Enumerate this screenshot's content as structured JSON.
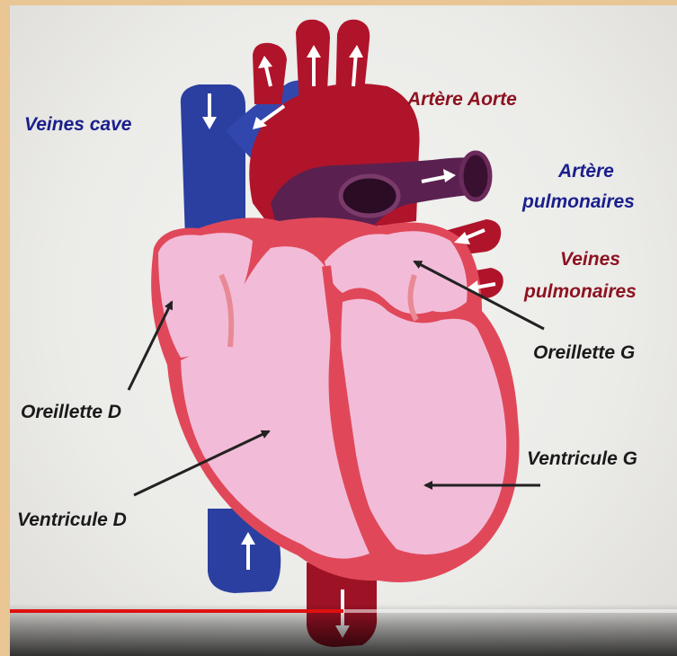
{
  "labels": {
    "veines_cave": "Veines cave",
    "artere_aorte": "Artère Aorte",
    "artere_pulmonaires_line1": "Artère",
    "artere_pulmonaires_line2": "pulmonaires",
    "veines_pulmonaires_line1": "Veines",
    "veines_pulmonaires_line2": "pulmonaires",
    "oreillette_g": "Oreillette G",
    "oreillette_d": "Oreillette D",
    "ventricule_g": "Ventricule G",
    "ventricule_d": "Ventricule D"
  },
  "video": {
    "progress": 0.5
  },
  "colors": {
    "background_border": "#e9c694",
    "vein_blue": "#2a3fa0",
    "artery_red": "#b0142a",
    "heart_pink": "#f2bcd8",
    "heart_wall": "#e0485a",
    "label_blue": "#1a1f8c",
    "label_red": "#8e1220",
    "progress_red": "#e01010"
  }
}
